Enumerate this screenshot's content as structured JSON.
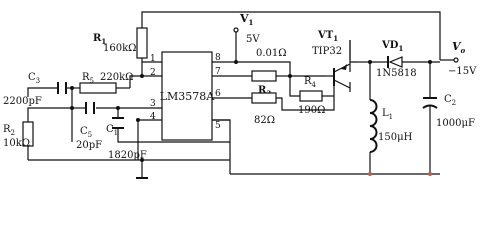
{
  "components": {
    "ic": {
      "name": "LM3578A",
      "pins": [
        "1",
        "2",
        "3",
        "4",
        "5",
        "6",
        "7",
        "8"
      ]
    },
    "r1": {
      "ref": "R",
      "sub": "1",
      "value": "160kΩ"
    },
    "r2": {
      "ref": "R",
      "sub": "2",
      "value": "10kΩ"
    },
    "r3a": {
      "ref": "R",
      "sub": "3",
      "value": "0.01Ω"
    },
    "r3b": {
      "ref": "R",
      "sub": "3",
      "value": "82Ω"
    },
    "r4": {
      "ref": "R",
      "sub": "4",
      "value": "190Ω"
    },
    "r5": {
      "ref": "R",
      "sub": "5",
      "value": "220kΩ"
    },
    "c1": {
      "ref": "C",
      "sub": "1",
      "value": "1820pF"
    },
    "c2": {
      "ref": "C",
      "sub": "2",
      "value": "1000μF"
    },
    "c3": {
      "ref": "C",
      "sub": "3",
      "value": "2200pF"
    },
    "c5": {
      "ref": "C",
      "sub": "5",
      "value": "20pF"
    },
    "l1": {
      "ref": "L",
      "sub": "1",
      "value": "150μH"
    },
    "vt1": {
      "ref": "VT",
      "sub": "1",
      "value": "TIP32"
    },
    "vd1": {
      "ref": "VD",
      "sub": "1",
      "value": "1N5818"
    },
    "v1": {
      "ref": "V",
      "sub": "1",
      "value": "5V"
    },
    "vo": {
      "ref": "V",
      "sub": "o",
      "value": "−15V"
    }
  }
}
